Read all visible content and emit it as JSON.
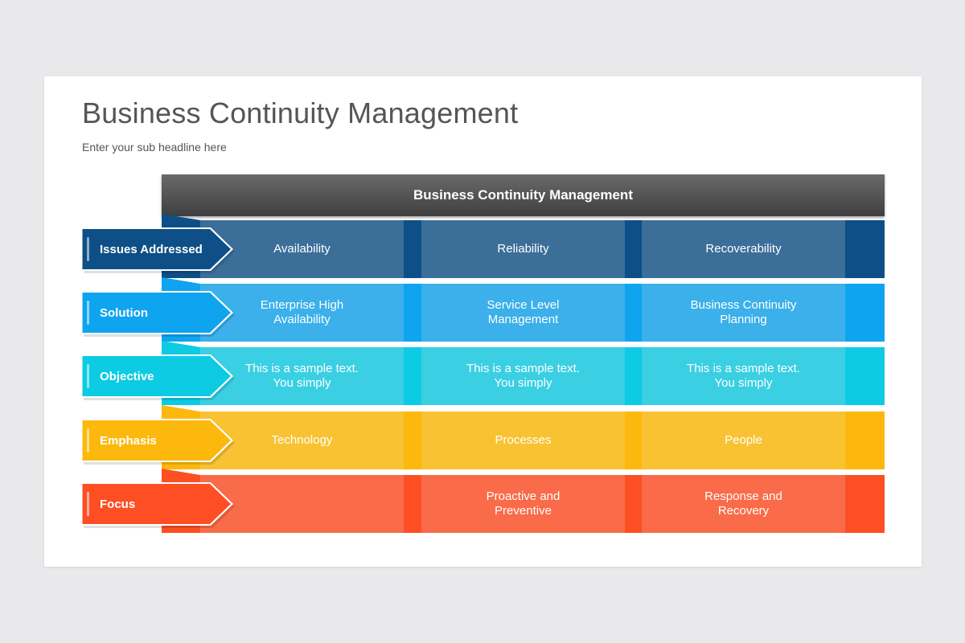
{
  "slide": {
    "title": "Business Continuity Management",
    "subtitle": "Enter your sub headline here"
  },
  "table": {
    "header": "Business Continuity Management",
    "rows": [
      {
        "label": "Issues Addressed",
        "colors": {
          "light": "#3b6e98",
          "dark": "#0d4f86"
        },
        "cells": [
          "Availability",
          "Reliability",
          "Recoverability"
        ]
      },
      {
        "label": "Solution",
        "colors": {
          "light": "#3bb0ea",
          "dark": "#0ea4ef"
        },
        "cells": [
          "Enterprise High\nAvailability",
          "Service Level\nManagement",
          "Business Continuity\nPlanning"
        ]
      },
      {
        "label": "Objective",
        "colors": {
          "light": "#3acfe3",
          "dark": "#0ccbe3"
        },
        "cells": [
          "This is a sample text.\nYou simply",
          "This is a sample text.\nYou simply",
          "This is a sample text.\nYou simply"
        ]
      },
      {
        "label": "Emphasis",
        "colors": {
          "light": "#f8c232",
          "dark": "#fdb80d"
        },
        "cells": [
          "Technology",
          "Processes",
          "People"
        ]
      },
      {
        "label": "Focus",
        "colors": {
          "light": "#f96b49",
          "dark": "#fd4f23"
        },
        "cells": [
          "",
          "Proactive and\nPreventive",
          "Response and\nRecovery"
        ]
      }
    ]
  }
}
